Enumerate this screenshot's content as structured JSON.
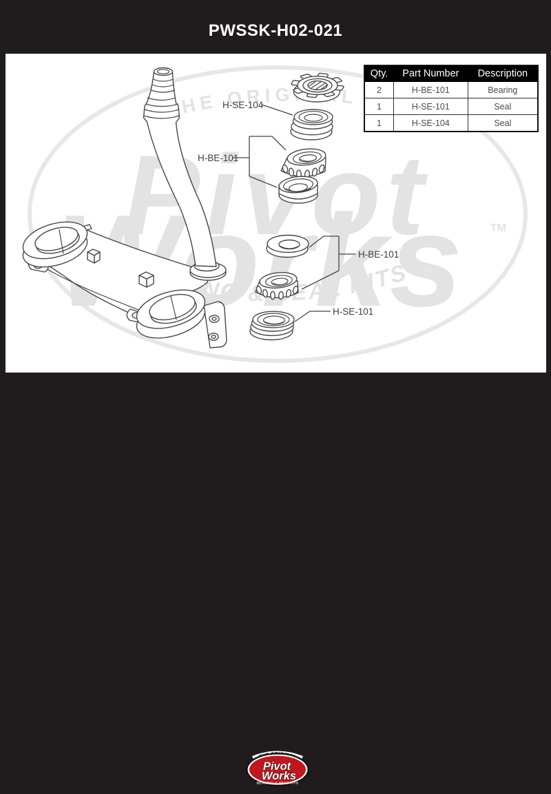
{
  "title": "PWSSK-H02-021",
  "parts_table": {
    "headers": [
      "Qty.",
      "Part Number",
      "Description"
    ],
    "rows": [
      {
        "qty": "2",
        "part": "H-BE-101",
        "desc": "Bearing"
      },
      {
        "qty": "1",
        "part": "H-SE-101",
        "desc": "Seal"
      },
      {
        "qty": "1",
        "part": "H-SE-104",
        "desc": "Seal"
      }
    ]
  },
  "diagram_labels": {
    "upper_seal": "H-SE-104",
    "upper_bearing_set": "H-BE-101",
    "lower_bearing_set": "H-BE-101",
    "lower_seal": "H-SE-101"
  },
  "watermark": {
    "top_arc": "THE ORIGINAL",
    "word1": "Pivot",
    "word2": "Works",
    "trademark": "TM",
    "trademark_small": "™",
    "bottom_arc": "BEARING & SEAL KITS"
  },
  "logo": {
    "top_arc": "THE ORIGINAL",
    "word1": "Pivot",
    "word2": "Works",
    "bottom_arc": "BEARING & SEAL KITS"
  },
  "colors": {
    "frame_black": "#201c1d",
    "logo_red": "#c3161c",
    "watermark_gray": "#e3e3e3",
    "line_art": "#474747"
  }
}
